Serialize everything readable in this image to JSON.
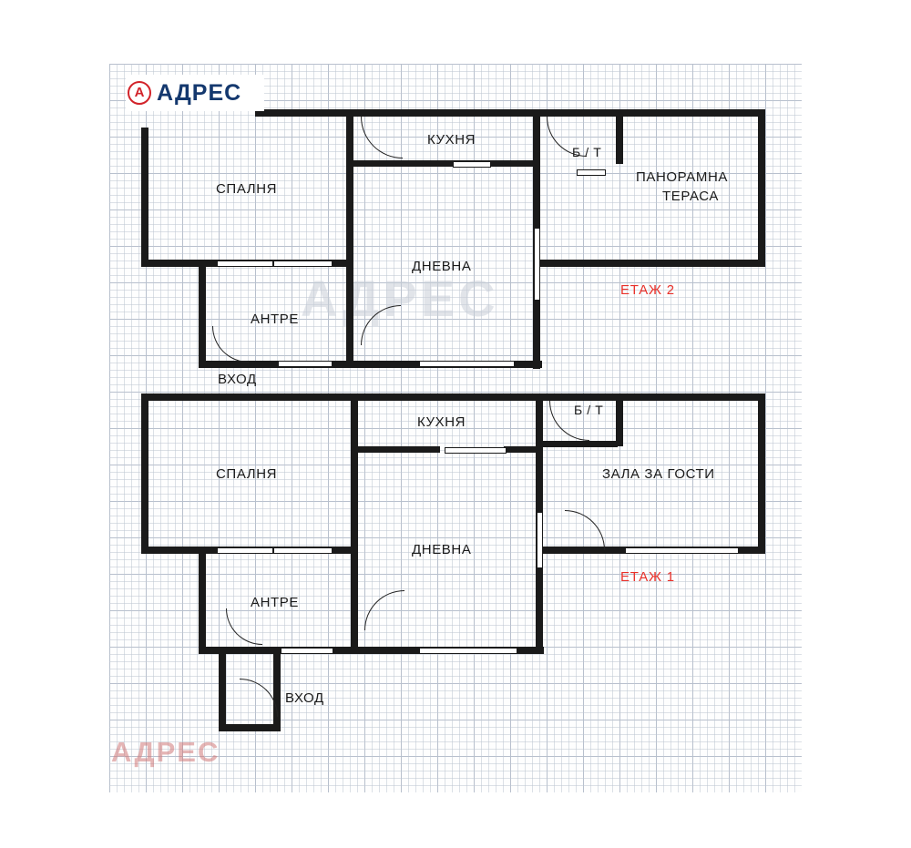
{
  "document": {
    "type": "floor-plan",
    "title": "Floor plan — two levels"
  },
  "logo": {
    "mark": "adres-circle-a-icon",
    "word": "АДРЕС"
  },
  "watermarks": {
    "center": "АДРЕС",
    "bottom": "АДРЕС"
  },
  "floors": [
    {
      "id": "floor-2",
      "badge": "ЕТАЖ 2",
      "badge_color": "#e8312a",
      "rooms": [
        {
          "name": "СПАЛНЯ"
        },
        {
          "name": "КУХНЯ"
        },
        {
          "name": "Б / Т"
        },
        {
          "name": "ПАНОРАМНА"
        },
        {
          "name": "ТЕРАСА"
        },
        {
          "name": "ДНЕВНА"
        },
        {
          "name": "АНТРЕ"
        },
        {
          "name": "ВХОД"
        }
      ]
    },
    {
      "id": "floor-1",
      "badge": "ЕТАЖ 1",
      "badge_color": "#e8312a",
      "rooms": [
        {
          "name": "СПАЛНЯ"
        },
        {
          "name": "КУХНЯ"
        },
        {
          "name": "Б / Т"
        },
        {
          "name": "ЗАЛА ЗА ГОСТИ"
        },
        {
          "name": "ДНЕВНА"
        },
        {
          "name": "АНТРЕ"
        },
        {
          "name": "ВХОД"
        }
      ]
    }
  ],
  "labels": {
    "f2_spalnya": "СПАЛНЯ",
    "f2_kuhnya": "КУХНЯ",
    "f2_bt": "Б / Т",
    "f2_terasa_1": "ПАНОРАМНА",
    "f2_terasa_2": "ТЕРАСА",
    "f2_dnevna": "ДНЕВНА",
    "f2_antre": "АНТРЕ",
    "f2_vhod": "ВХОД",
    "f2_badge": "ЕТАЖ 2",
    "f1_spalnya": "СПАЛНЯ",
    "f1_kuhnya": "КУХНЯ",
    "f1_bt": "Б / Т",
    "f1_zala": "ЗАЛА ЗА ГОСТИ",
    "f1_dnevna": "ДНЕВНА",
    "f1_antre": "АНТРЕ",
    "f1_vhod": "ВХОД",
    "f1_badge": "ЕТАЖ 1"
  }
}
